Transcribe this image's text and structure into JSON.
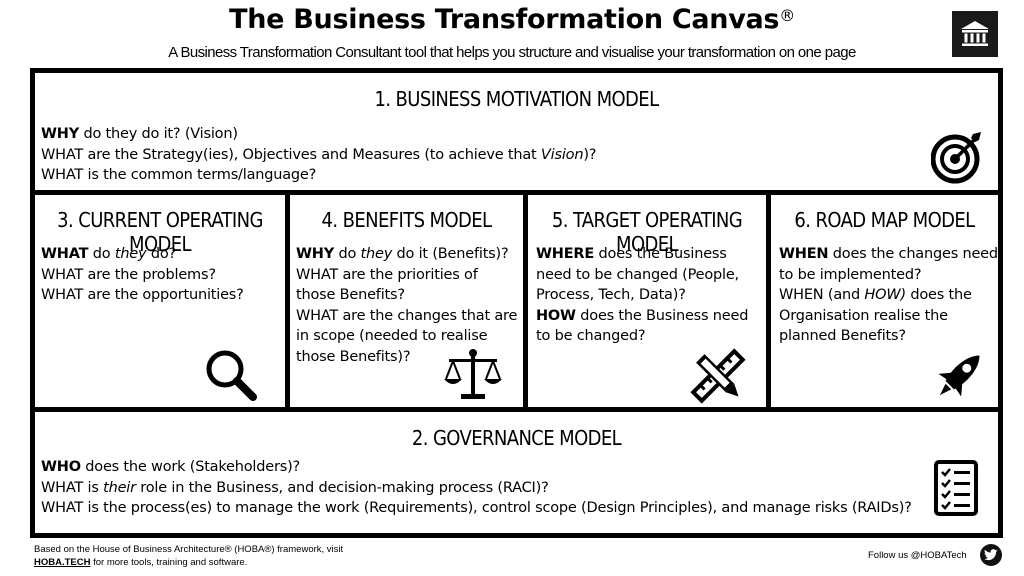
{
  "header": {
    "title": "The Business Transformation Canvas",
    "title_mark": "®",
    "subtitle": "A Business Transformation Consultant tool that helps you structure and visualise your transformation on one page",
    "logo_icon": "building-icon"
  },
  "sections": {
    "motivation": {
      "title": "1. BUSINESS MOTIVATION MODEL",
      "lines": [
        {
          "strong": "WHY",
          "text": " do they do it? (Vision)"
        },
        {
          "text": "WHAT are the Strategy(ies), Objectives and Measures (to achieve that ",
          "em": "Vision",
          "tail": ")?"
        },
        {
          "text": "WHAT is the common terms/language?"
        }
      ],
      "icon": "target-icon"
    },
    "current": {
      "title": "3. CURRENT OPERATING MODEL",
      "lines": [
        {
          "strong": "WHAT",
          "text": " do ",
          "em": "they",
          "tail": " do?"
        },
        {
          "text": "WHAT are the problems?"
        },
        {
          "text": "WHAT are the opportunities?"
        }
      ],
      "icon": "magnifier-icon"
    },
    "benefits": {
      "title": "4. BENEFITS MODEL",
      "lines": [
        {
          "strong": "WHY",
          "text": " do ",
          "em": "they",
          "tail": " do it (Benefits)?"
        },
        {
          "text": "WHAT are the priorities of"
        },
        {
          "text": "those Benefits?"
        },
        {
          "text": "WHAT are the changes that are"
        },
        {
          "text": "in scope (needed to realise"
        },
        {
          "text": "those Benefits)?"
        }
      ],
      "icon": "scales-icon"
    },
    "target": {
      "title": "5. TARGET OPERATING MODEL",
      "lines": [
        {
          "strong": "WHERE",
          "text": " does the Business"
        },
        {
          "text": "need to be changed (People,"
        },
        {
          "text": "Process, Tech, Data)?"
        },
        {
          "strong": "HOW",
          "text": " does the Business need"
        },
        {
          "text": "to be changed?"
        }
      ],
      "icon": "pencil-ruler-icon"
    },
    "roadmap": {
      "title": "6. ROAD MAP MODEL",
      "lines": [
        {
          "strong": "WHEN",
          "text": " does the changes need"
        },
        {
          "text": "to be implemented?"
        },
        {
          "text": "WHEN (and ",
          "em": "HOW)",
          "tail": " does the"
        },
        {
          "text": "Organisation realise the"
        },
        {
          "text": "planned Benefits?"
        }
      ],
      "icon": "rocket-icon"
    },
    "governance": {
      "title": "2. GOVERNANCE MODEL",
      "lines": [
        {
          "strong": "WHO",
          "text": " does the work (Stakeholders)?"
        },
        {
          "text": "WHAT is ",
          "em": "their",
          "tail": " role in the Business, and decision-making process (RACI)?"
        },
        {
          "text": "WHAT is the process(es) to manage the work (Requirements), control scope (Design Principles), and manage risks (RAIDs)?"
        }
      ],
      "icon": "checklist-icon"
    }
  },
  "footer": {
    "line1": "Based on the House of Business Architecture® (HOBA®) framework, visit",
    "link": "HOBA.TECH",
    "line2_tail": " for more tools, training and software.",
    "follow": "Follow us @HOBATech",
    "twitter_icon": "twitter-icon"
  }
}
